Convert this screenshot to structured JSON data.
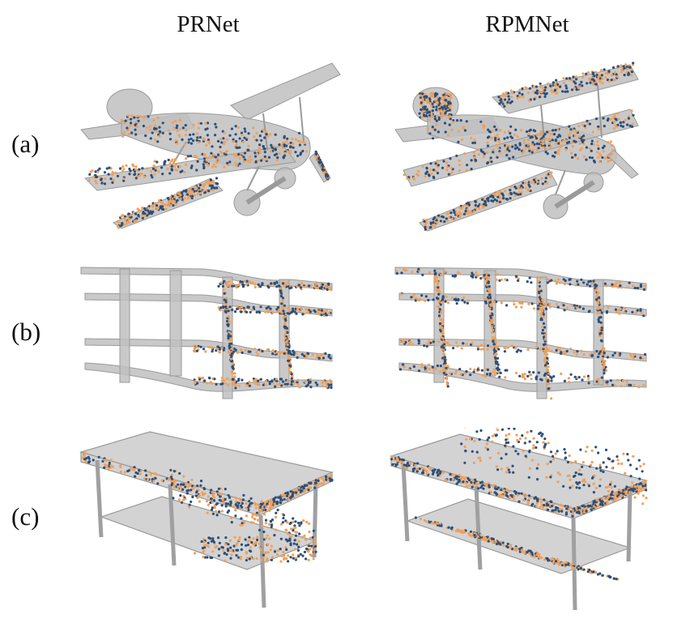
{
  "columns": {
    "left": "PRNet",
    "right": "RPMNet"
  },
  "rows": {
    "a": "(a)",
    "b": "(b)",
    "c": "(c)"
  },
  "colors": {
    "mesh_fill": "#bfbfbf",
    "mesh_stroke": "#9a9a9a",
    "source_points": "#f0a05a",
    "target_points": "#2b4f7a"
  },
  "panels": [
    {
      "row": "a",
      "method": "PRNet",
      "object": "biplane",
      "coverage": "partial"
    },
    {
      "row": "a",
      "method": "RPMNet",
      "object": "biplane",
      "coverage": "full"
    },
    {
      "row": "b",
      "method": "PRNet",
      "object": "shelf",
      "coverage": "partial"
    },
    {
      "row": "b",
      "method": "RPMNet",
      "object": "shelf",
      "coverage": "full"
    },
    {
      "row": "c",
      "method": "PRNet",
      "object": "table",
      "coverage": "partial"
    },
    {
      "row": "c",
      "method": "RPMNet",
      "object": "table",
      "coverage": "full"
    }
  ]
}
